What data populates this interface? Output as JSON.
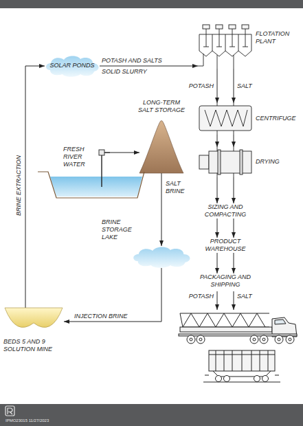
{
  "diagram": {
    "nodes": [
      {
        "text": [
          "SOLAR PONDS"
        ]
      },
      {
        "text": [
          "FLOTATION PLANT"
        ]
      },
      {
        "text": [
          "LONG-TERM SALT STORAGE"
        ]
      },
      {
        "text": [
          "CENTRIFUGE"
        ]
      },
      {
        "text": [
          "FRESH RIVER WATER"
        ]
      },
      {
        "text": [
          "DRYING"
        ]
      },
      {
        "text": [
          "SIZING AND COMPACTING"
        ]
      },
      {
        "text": [
          "BRINE STORAGE LAKE"
        ]
      },
      {
        "text": [
          "PRODUCT WAREHOUSE"
        ]
      },
      {
        "text": [
          "PACKAGING AND SHIPPING"
        ]
      },
      {
        "text": [
          "BEDS 5 AND 9 SOLUTION MINE"
        ]
      }
    ],
    "edges": [
      {
        "from": 10,
        "to": 0,
        "arrow": "to",
        "label": "BRINE EXTRACTION"
      },
      {
        "from": 0,
        "to": 1,
        "arrow": "to",
        "label": "POTASH AND SALTS SOLID SLURRY"
      },
      {
        "from": 1,
        "to": 3,
        "arrow": "to",
        "label": "POTASH"
      },
      {
        "from": 1,
        "to": 3,
        "arrow": "to",
        "label": "SALT"
      },
      {
        "from": 3,
        "to": 5,
        "arrow": "to"
      },
      {
        "from": 3,
        "to": 5,
        "arrow": "to"
      },
      {
        "from": 5,
        "to": 6,
        "arrow": "to"
      },
      {
        "from": 5,
        "to": 6,
        "arrow": "to"
      },
      {
        "from": 6,
        "to": 8,
        "arrow": "to"
      },
      {
        "from": 6,
        "to": 8,
        "arrow": "to"
      },
      {
        "from": 8,
        "to": 9,
        "arrow": "to"
      },
      {
        "from": 8,
        "to": 9,
        "arrow": "to"
      },
      {
        "from": 4,
        "to": 2,
        "arrow": "to"
      },
      {
        "from": 2,
        "to": 7,
        "arrow": "to",
        "label": "SALT BRINE"
      },
      {
        "from": 7,
        "to": 10,
        "arrow": "to",
        "label": "INJECTION BRINE"
      }
    ],
    "labels": [
      "POTASH",
      "SALT",
      "IPMO23015 11/27/2023"
    ]
  }
}
